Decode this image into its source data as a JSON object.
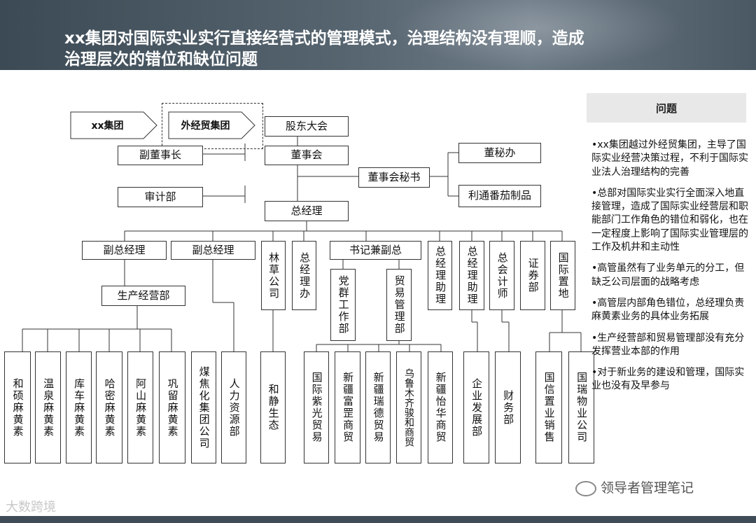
{
  "title": {
    "line1": "xx集团对国际实业实行直接经营式的管理模式，治理结构没有理顺，造成",
    "line2": "治理层次的错位和缺位问题"
  },
  "arrows": {
    "group": "xx集团",
    "trade_group": "外经贸集团"
  },
  "org": {
    "shareholders": "股东大会",
    "board": "董事会",
    "vice_chairman": "副董事长",
    "audit": "审计部",
    "board_secretary": "董事会秘书",
    "secretary_office": "董秘办",
    "litong_tomato": "利通番茄制品",
    "general_manager": "总经理",
    "vgm1": "副总经理",
    "vgm2": "副总经理",
    "forestry": "林草公司",
    "gm_office": "总经理办",
    "party_secretary_vgm": "书记兼副总",
    "party_affairs": "党群工作部",
    "trade_mgmt": "贸易管理部",
    "gm_assistant1": "总经理助理",
    "gm_assistant2": "总经理助理",
    "chief_accountant": "总会计师",
    "securities": "证券部",
    "intl_real_estate": "国际置地",
    "production_ops": "生产经营部",
    "subs": {
      "heshuo": "和硕麻黄素",
      "wenquan": "温泉麻黄素",
      "kuche": "库车麻黄素",
      "hami": "哈密麻黄素",
      "ashan": "阿山麻黄素",
      "gongliu": "巩留麻黄素",
      "coal": "煤焦化集团公司",
      "hr": "人力资源部",
      "hejing": "和静生态",
      "zijing": "国际紫光贸易",
      "fuyi": "新疆富罡商贸",
      "ruide": "新疆瑞德贸易",
      "urumqi": "乌鲁木齐骏和商贸",
      "yihua": "新疆怡华商贸",
      "enterprise_dev": "企业发展部",
      "finance": "财务部",
      "guoxin": "国信置业销售",
      "guorui": "国瑞物业公司"
    }
  },
  "panel": {
    "heading": "问题",
    "issues": [
      "•xx集团越过外经贸集团，主导了国际实业经营决策过程，不利于国际实业法人治理结构的完善",
      "•总部对国际实业实行全面深入地直接管理，造成了国际实业经营层和职能部门工作角色的错位和弱化，也在一定程度上影响了国际实业管理层的工作及机井和主动性",
      "•高管虽然有了业务单元的分工，但缺乏公司层面的战略考虑",
      "•高管层内部角色错位，总经理负责麻黄素业务的具体业务拓展",
      "•生产经营部和贸易管理部没有充分发挥营业本部的作用",
      "•对于新业务的建设和管理，国际实业也没有及早参与"
    ]
  },
  "watermarks": {
    "left": "大数跨境",
    "right": "领导者管理笔记"
  },
  "colors": {
    "header": "#4a5863",
    "panel_head": "#e8e8e8",
    "line": "#333333"
  }
}
